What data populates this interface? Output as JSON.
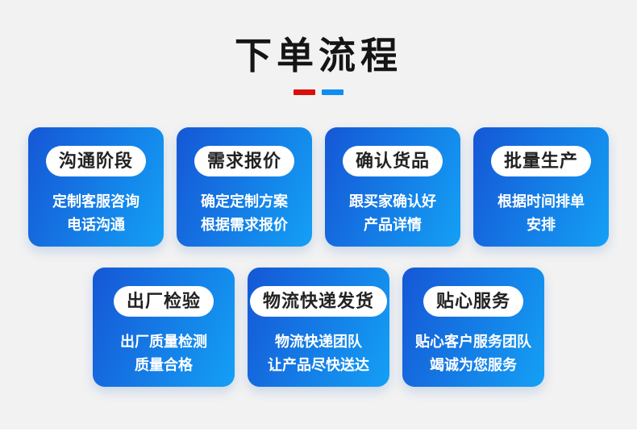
{
  "header": {
    "title": "下单流程",
    "divider": {
      "red_dash_color": "#d8100d",
      "blue_dash_color": "#0f8ef0"
    }
  },
  "theme": {
    "page_background": "#f2f2f2",
    "card_gradient_start": "#1557d6",
    "card_gradient_end": "#14a0f5",
    "pill_background": "#ffffff",
    "pill_text_color": "#222222",
    "card_text_color": "#ffffff"
  },
  "cards": [
    {
      "label": "沟通阶段",
      "line1": "定制客服咨询",
      "line2": "电话沟通"
    },
    {
      "label": "需求报价",
      "line1": "确定定制方案",
      "line2": "根据需求报价"
    },
    {
      "label": "确认货品",
      "line1": "跟买家确认好",
      "line2": "产品详情"
    },
    {
      "label": "批量生产",
      "line1": "根据时间排单",
      "line2": "安排"
    },
    {
      "label": "出厂检验",
      "line1": "出厂质量检测",
      "line2": "质量合格"
    },
    {
      "label": "物流快递发货",
      "line1": "物流快递团队",
      "line2": "让产品尽快送达"
    },
    {
      "label": "贴心服务",
      "line1": "贴心客户服务团队",
      "line2": "竭诚为您服务"
    }
  ]
}
